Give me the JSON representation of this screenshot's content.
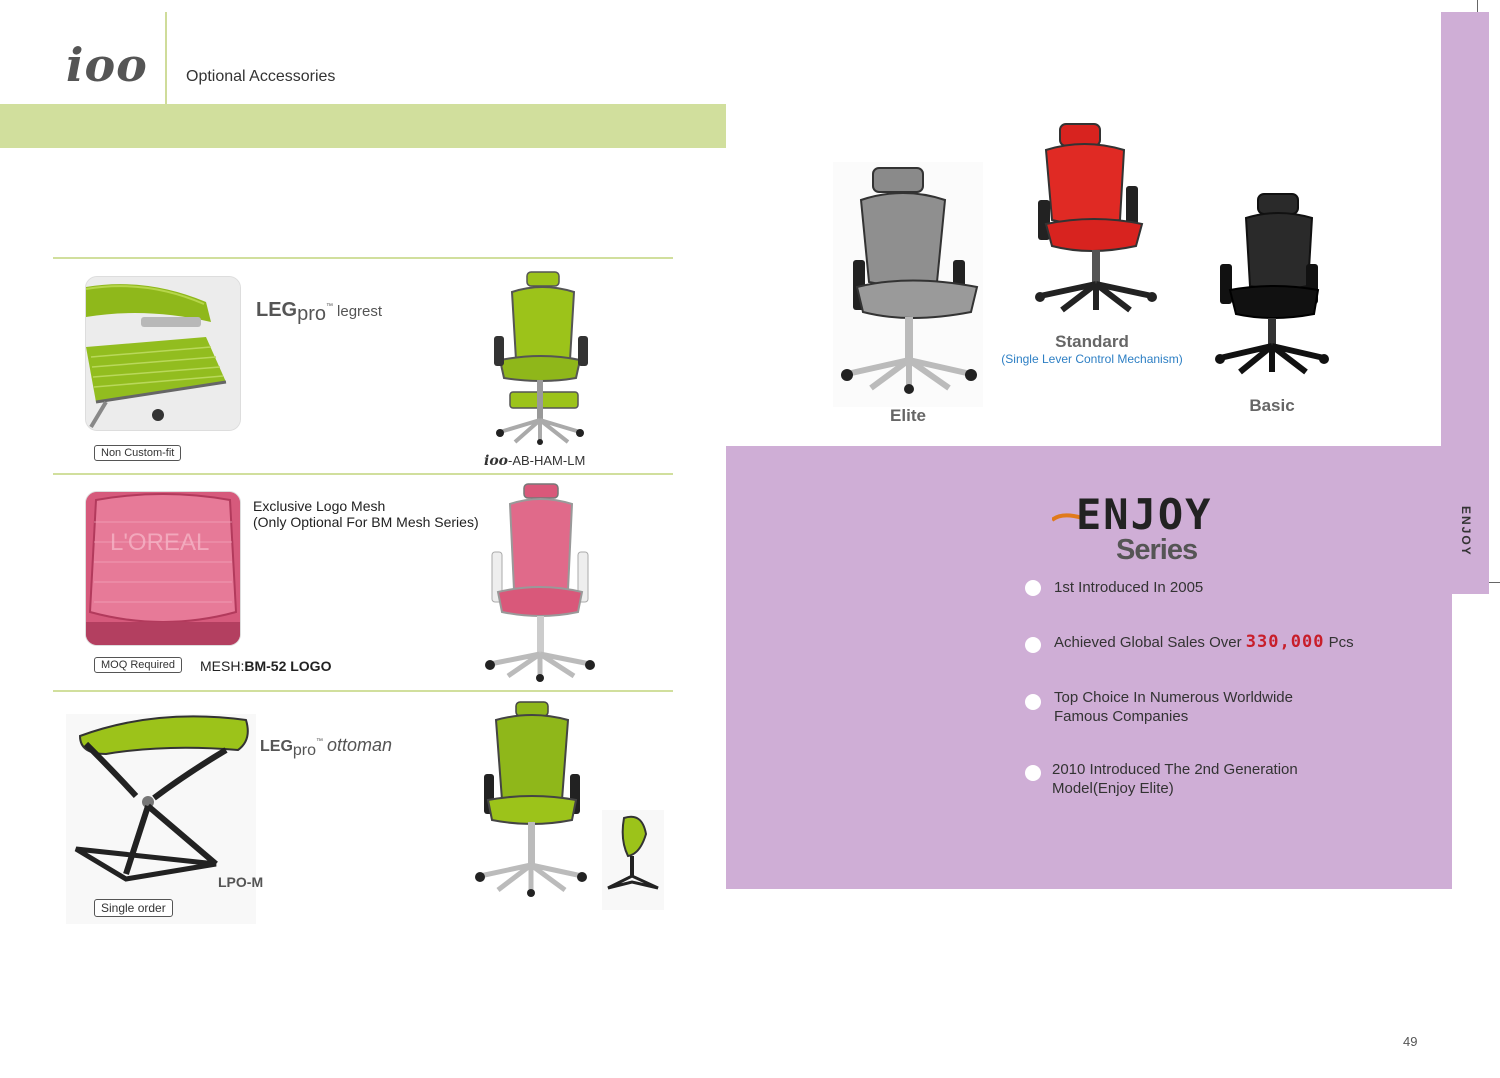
{
  "header": {
    "logo": "ioo",
    "subtitle": "Optional Accessories"
  },
  "accessories": [
    {
      "brand": "LEG",
      "brand_suffix": "pro",
      "trademark": "™",
      "title": "legrest",
      "tag": "Non Custom-fit",
      "model_prefix": "ioo",
      "model_suffix": "-AB-HAM-LM"
    },
    {
      "title_line1": "Exclusive Logo Mesh",
      "title_line2": "(Only Optional For BM Mesh Series)",
      "tag": "MOQ Required",
      "mesh_label": "MESH:",
      "mesh_code": "BM-52 LOGO",
      "watermark": "L'OREAL"
    },
    {
      "brand": "LEG",
      "brand_suffix": "pro",
      "trademark": "™",
      "title": "ottoman",
      "model": "LPO-M",
      "tag": "Single order"
    }
  ],
  "chairs": [
    {
      "name": "Elite",
      "color": "#7a7a7a"
    },
    {
      "name": "Standard",
      "sub": "(Single Lever Control Mechanism)",
      "color": "#d8231f"
    },
    {
      "name": "Basic",
      "color": "#1f1f1f"
    }
  ],
  "series": {
    "name": "ENJOY",
    "label": "Series",
    "side_label": "ENJOY",
    "bullets": [
      {
        "text": "1st Introduced In 2005"
      },
      {
        "text_before": "Achieved Global Sales Over",
        "highlight": "330,000",
        "text_after": "Pcs"
      },
      {
        "line1": "Top Choice In Numerous Worldwide",
        "line2": "Famous Companies"
      },
      {
        "line1": "2010 Introduced The 2nd Generation",
        "line2": "Model(Enjoy Elite)"
      }
    ]
  },
  "page_number": "49",
  "colors": {
    "green_accent": "#d1df9d",
    "purple_accent": "#cfaed6",
    "mesh_green": "#9cc31a",
    "mesh_pink": "#d9587a",
    "highlight_red": "#c81e2a"
  }
}
